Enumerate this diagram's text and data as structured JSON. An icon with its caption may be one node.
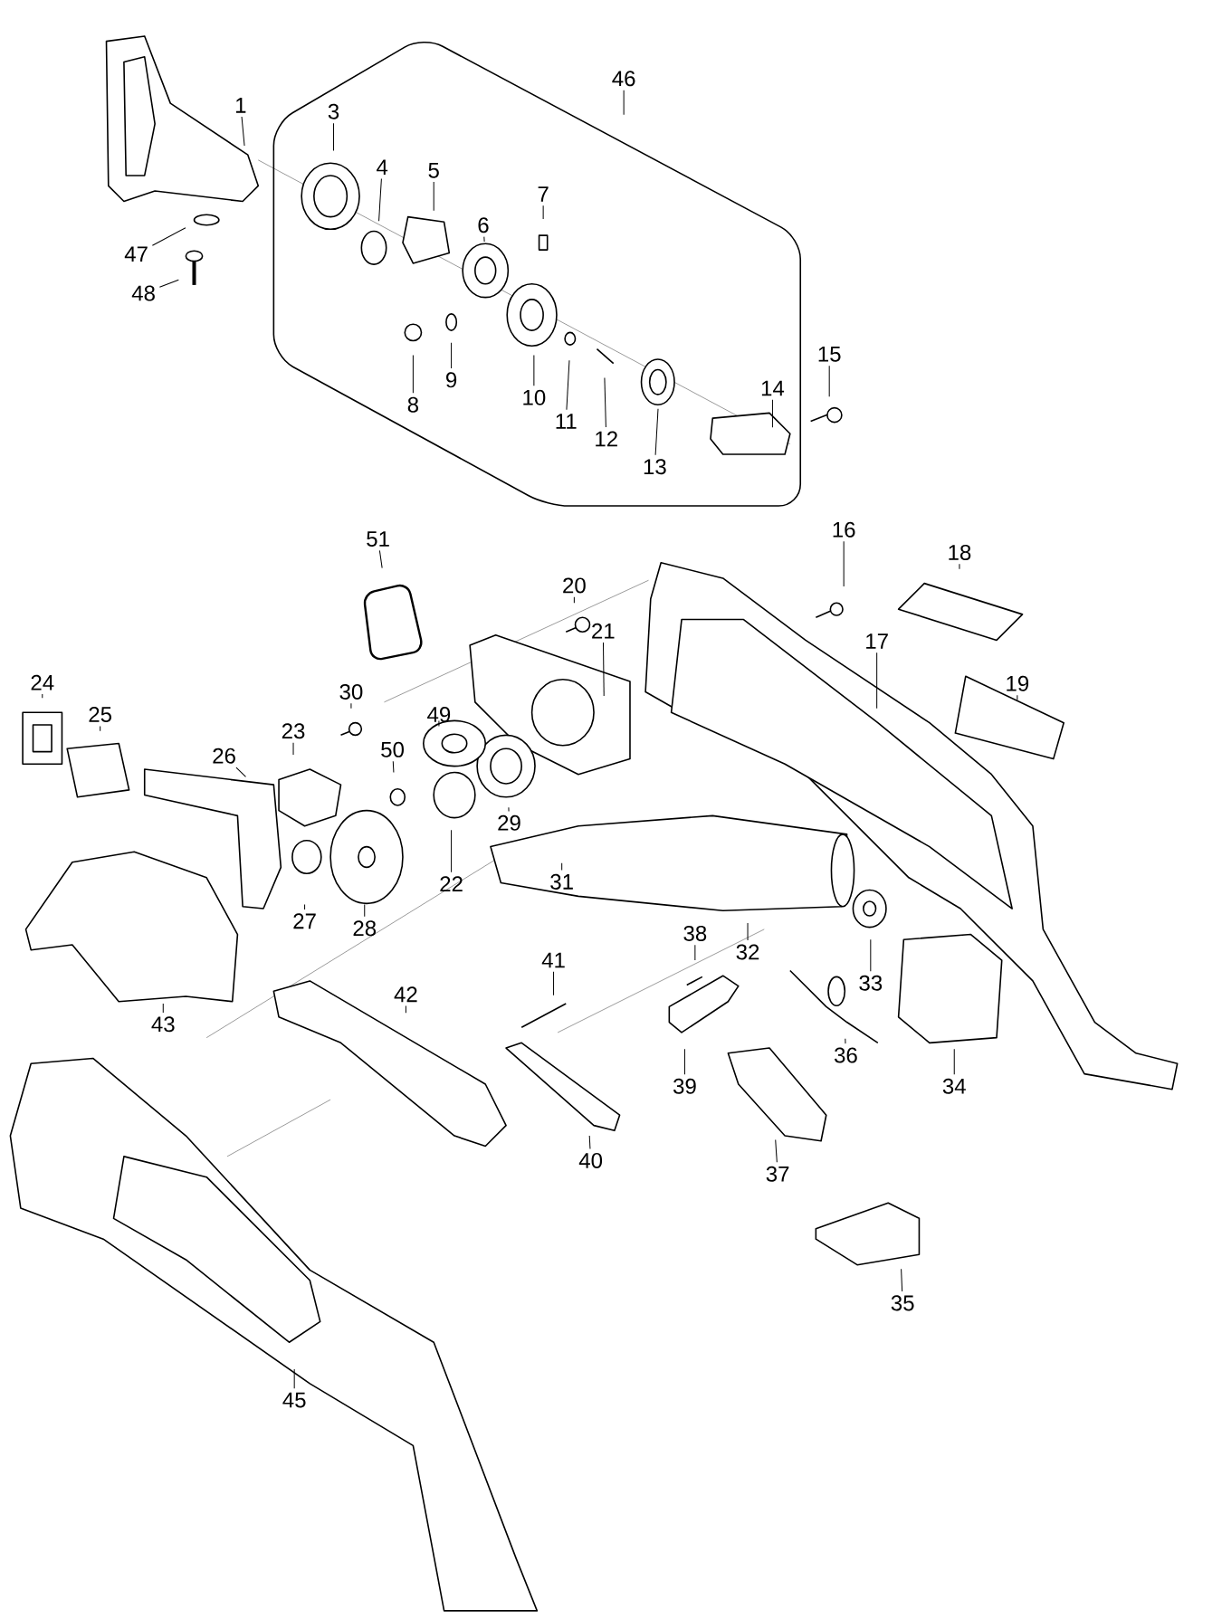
{
  "diagram": {
    "nodes": [
      {
        "text": [
          "1"
        ]
      },
      {
        "text": [
          "3"
        ]
      },
      {
        "text": [
          "4"
        ]
      },
      {
        "text": [
          "5"
        ]
      },
      {
        "text": [
          "6"
        ]
      },
      {
        "text": [
          "7"
        ]
      },
      {
        "text": [
          "8"
        ]
      },
      {
        "text": [
          "9"
        ]
      },
      {
        "text": [
          "10"
        ]
      },
      {
        "text": [
          "11"
        ]
      },
      {
        "text": [
          "12"
        ]
      },
      {
        "text": [
          "13"
        ]
      },
      {
        "text": [
          "14"
        ]
      },
      {
        "text": [
          "15"
        ]
      },
      {
        "text": [
          "16"
        ]
      },
      {
        "text": [
          "17"
        ]
      },
      {
        "text": [
          "18"
        ]
      },
      {
        "text": [
          "19"
        ]
      },
      {
        "text": [
          "20"
        ]
      },
      {
        "text": [
          "21"
        ]
      },
      {
        "text": [
          "22"
        ]
      },
      {
        "text": [
          "23"
        ]
      },
      {
        "text": [
          "24"
        ]
      },
      {
        "text": [
          "25"
        ]
      },
      {
        "text": [
          "26"
        ]
      },
      {
        "text": [
          "27"
        ]
      },
      {
        "text": [
          "28"
        ]
      },
      {
        "text": [
          "29"
        ]
      },
      {
        "text": [
          "30"
        ]
      },
      {
        "text": [
          "31"
        ]
      },
      {
        "text": [
          "32"
        ]
      },
      {
        "text": [
          "33"
        ]
      },
      {
        "text": [
          "34"
        ]
      },
      {
        "text": [
          "35"
        ]
      },
      {
        "text": [
          "36"
        ]
      },
      {
        "text": [
          "37"
        ]
      },
      {
        "text": [
          "38"
        ]
      },
      {
        "text": [
          "39"
        ]
      },
      {
        "text": [
          "40"
        ]
      },
      {
        "text": [
          "41"
        ]
      },
      {
        "text": [
          "42"
        ]
      },
      {
        "text": [
          "43"
        ]
      },
      {
        "text": [
          "45"
        ]
      },
      {
        "text": [
          "46"
        ]
      },
      {
        "text": [
          "47"
        ]
      },
      {
        "text": [
          "48"
        ]
      },
      {
        "text": [
          "49"
        ]
      },
      {
        "text": [
          "50"
        ]
      },
      {
        "text": [
          "51"
        ]
      }
    ],
    "edges": [
      {
        "from": 0,
        "to": null,
        "arrow": "none"
      },
      {
        "from": 1,
        "to": null,
        "arrow": "none"
      },
      {
        "from": 2,
        "to": null,
        "arrow": "none"
      },
      {
        "from": 3,
        "to": null,
        "arrow": "none"
      },
      {
        "from": 4,
        "to": null,
        "arrow": "none"
      },
      {
        "from": 5,
        "to": null,
        "arrow": "none"
      },
      {
        "from": 6,
        "to": null,
        "arrow": "none"
      },
      {
        "from": 7,
        "to": null,
        "arrow": "none"
      },
      {
        "from": 8,
        "to": null,
        "arrow": "none"
      },
      {
        "from": 9,
        "to": null,
        "arrow": "none"
      },
      {
        "from": 10,
        "to": null,
        "arrow": "none"
      },
      {
        "from": 11,
        "to": null,
        "arrow": "none"
      },
      {
        "from": 12,
        "to": null,
        "arrow": "none"
      },
      {
        "from": 13,
        "to": null,
        "arrow": "none"
      },
      {
        "from": 14,
        "to": null,
        "arrow": "none"
      },
      {
        "from": 15,
        "to": null,
        "arrow": "none"
      },
      {
        "from": 16,
        "to": null,
        "arrow": "none"
      },
      {
        "from": 17,
        "to": null,
        "arrow": "none"
      },
      {
        "from": 18,
        "to": null,
        "arrow": "none"
      },
      {
        "from": 19,
        "to": null,
        "arrow": "none"
      },
      {
        "from": 20,
        "to": null,
        "arrow": "none"
      },
      {
        "from": 21,
        "to": null,
        "arrow": "none"
      },
      {
        "from": 22,
        "to": null,
        "arrow": "none"
      },
      {
        "from": 23,
        "to": null,
        "arrow": "none"
      },
      {
        "from": 24,
        "to": null,
        "arrow": "none"
      },
      {
        "from": 25,
        "to": null,
        "arrow": "none"
      },
      {
        "from": 26,
        "to": null,
        "arrow": "none"
      },
      {
        "from": 27,
        "to": null,
        "arrow": "none"
      },
      {
        "from": 28,
        "to": null,
        "arrow": "none"
      },
      {
        "from": 29,
        "to": null,
        "arrow": "none"
      },
      {
        "from": 30,
        "to": null,
        "arrow": "none"
      },
      {
        "from": 31,
        "to": null,
        "arrow": "none"
      },
      {
        "from": 32,
        "to": null,
        "arrow": "none"
      },
      {
        "from": 33,
        "to": null,
        "arrow": "none"
      },
      {
        "from": 34,
        "to": null,
        "arrow": "none"
      },
      {
        "from": 35,
        "to": null,
        "arrow": "none"
      },
      {
        "from": 36,
        "to": null,
        "arrow": "none"
      },
      {
        "from": 37,
        "to": null,
        "arrow": "none"
      },
      {
        "from": 38,
        "to": null,
        "arrow": "none"
      },
      {
        "from": 39,
        "to": null,
        "arrow": "none"
      },
      {
        "from": 40,
        "to": null,
        "arrow": "none"
      },
      {
        "from": 41,
        "to": null,
        "arrow": "none"
      },
      {
        "from": 42,
        "to": null,
        "arrow": "none"
      },
      {
        "from": 43,
        "to": null,
        "arrow": "none"
      },
      {
        "from": 44,
        "to": null,
        "arrow": "none"
      },
      {
        "from": 45,
        "to": null,
        "arrow": "none"
      },
      {
        "from": 46,
        "to": null,
        "arrow": "none"
      },
      {
        "from": 47,
        "to": null,
        "arrow": "none"
      },
      {
        "from": 48,
        "to": null,
        "arrow": "none"
      }
    ]
  }
}
